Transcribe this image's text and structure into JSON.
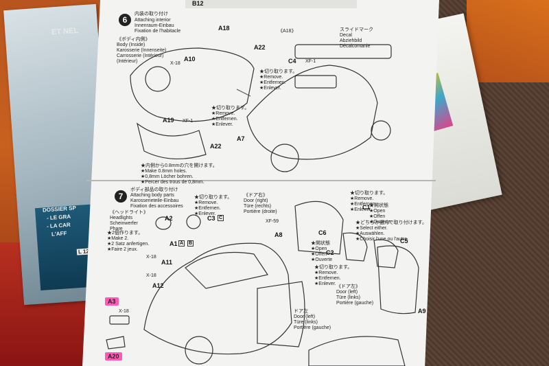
{
  "manual": {
    "top_label": "B12",
    "step6": {
      "number": "6",
      "title_jp": "内装の取り付け",
      "title_en": "Attaching interior",
      "title_de": "Innenraum-Einbau",
      "title_fr": "Fixation de l'habitacle",
      "body_jp": "《ボディ内側》",
      "body_en": "Body (Inside)",
      "body_de": "Karosserie (Innenseite)",
      "body_fr": "Carrosserie (Intérieur)",
      "cut_note": [
        "★切り取ります。",
        "★Remove.",
        "★Entfernen.",
        "★Enlever."
      ],
      "hole_note": [
        "★内側から0.8mmの穴を開けます。",
        "★Make 0.8mm holes.",
        "★0,8mm Löcher bohren.",
        "★Percer des trous de 0,8mm."
      ],
      "parts": [
        "A18",
        "A10",
        "X-18",
        "A22",
        "A19",
        "XF-1",
        "A22",
        "A7",
        "C4",
        "XF-1"
      ],
      "a18_title": "《A18》",
      "decal_note": [
        "スライドマーク",
        "Decal",
        "Abziehbild",
        "Décalcomanie"
      ]
    },
    "step7": {
      "number": "7",
      "title_jp": "ボディ部品の取り付け",
      "title_en": "Attaching body parts",
      "title_de": "Karosserieteile-Einbau",
      "title_fr": "Fixation des accessoires",
      "headlights": [
        "《ヘッドライト》",
        "Headlights",
        "Scheinwerfer",
        "Phare"
      ],
      "make_two": [
        "★2個作ります。",
        "★Make 2.",
        "★2 Satz anfertigen.",
        "★Faire 2 jeux."
      ],
      "cut_note": [
        "★切り取ります。",
        "★Remove.",
        "★Entfernen.",
        "★Enlever."
      ],
      "door_right": [
        "《ドア右》",
        "Door (right)",
        "Türe (rechts)",
        "Portière (droite)"
      ],
      "door_left": [
        "《ドア左》",
        "Door (left)",
        "Türe (links)",
        "Portière (gauche)"
      ],
      "door_left_small": [
        "ドア左",
        "Door (left)",
        "Türe (links)",
        "Portière (gauche)"
      ],
      "open_note": [
        "★開状態",
        "★Open",
        "★Offen",
        "★Ouverte"
      ],
      "select_note": [
        "★どちらか選んで取り付けます。",
        "★Select either.",
        "★Auswählen.",
        "★Choisir l'une ou l'autre."
      ],
      "parts": [
        "A2",
        "C3",
        "C",
        "A1",
        "A",
        "B",
        "X-18",
        "A11",
        "X-18",
        "A12",
        "XF-59",
        "A8",
        "C6",
        "C1",
        "C2",
        "C5",
        "A9",
        "X-18"
      ]
    },
    "pink_labels": [
      "A3",
      "A20"
    ]
  },
  "magazine": {
    "text1": "ET NEL",
    "text2": "DOSSIER SP",
    "text3": "- LE GRA",
    "text4": "- LA CAR",
    "text5": "L'AFF",
    "text6": "L 12"
  },
  "colors": {
    "paper": "#f3f3f1",
    "ink": "#222222",
    "pink_marker": "#ff5ab4",
    "sofa_orange": "#c8601f",
    "fabric_brown": "#5b4436"
  }
}
